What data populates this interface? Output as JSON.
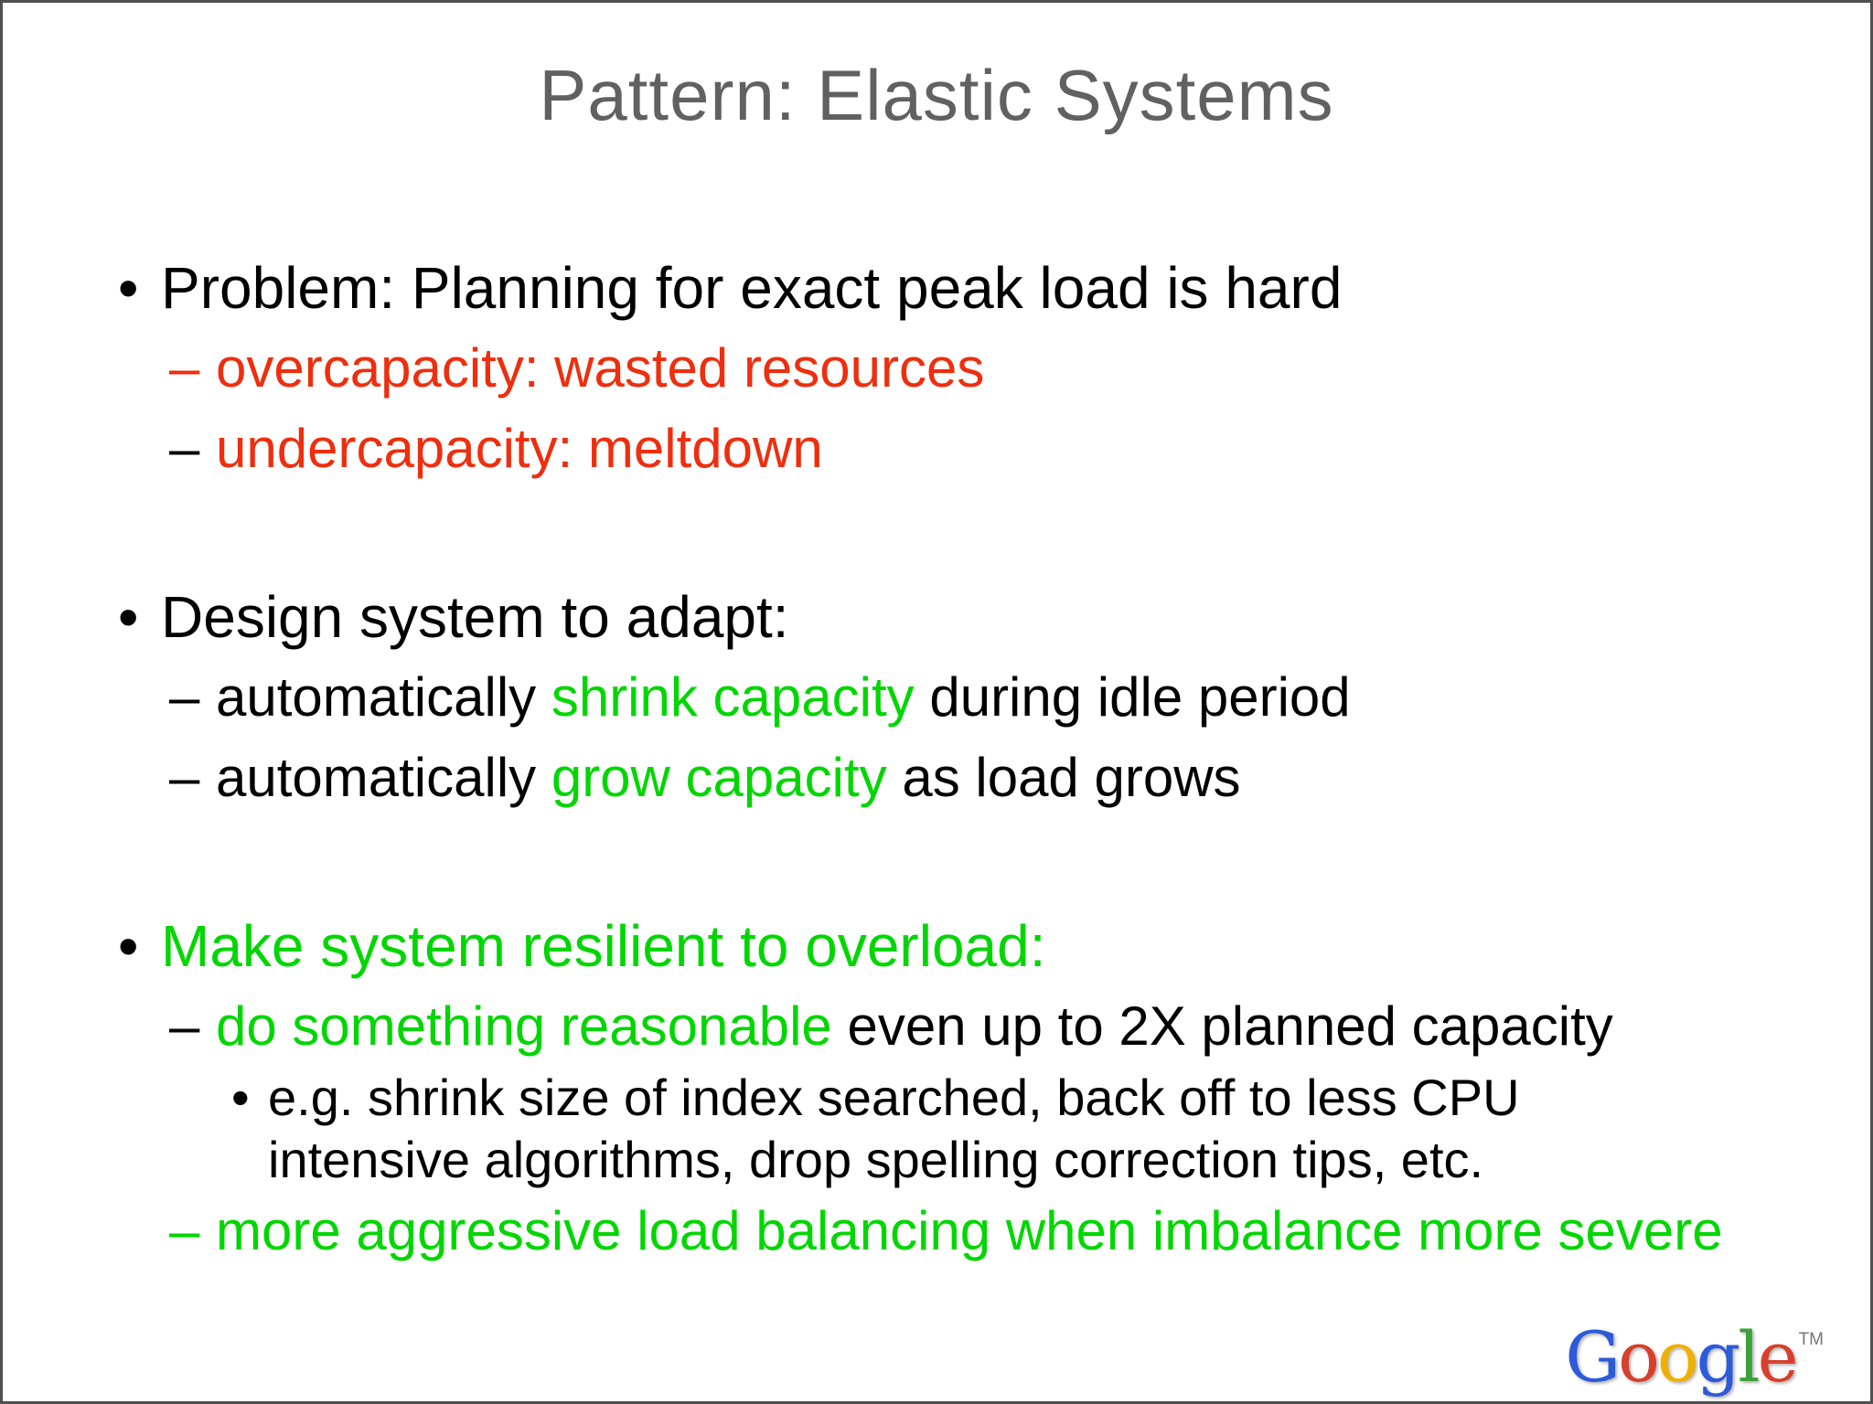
{
  "slide": {
    "title": "Pattern: Elastic Systems"
  },
  "lines": [
    {
      "level": 1,
      "marker": "•",
      "marker_color": "#000000",
      "segments": [
        {
          "text": "Problem: Planning for exact peak load is hard",
          "color": "#000000"
        }
      ]
    },
    {
      "level": 2,
      "marker": "–",
      "marker_color": "#ee2e0e",
      "segments": [
        {
          "text": "overcapacity: wasted resources",
          "color": "#ee2e0e"
        }
      ]
    },
    {
      "level": 2,
      "marker": "–",
      "marker_color": "#000000",
      "segments": [
        {
          "text": "undercapacity: meltdown",
          "color": "#ee2e0e"
        }
      ]
    },
    {
      "level": 1,
      "marker": "•",
      "marker_color": "#000000",
      "segments": [
        {
          "text": "Design system to adapt:",
          "color": "#000000"
        }
      ]
    },
    {
      "level": 2,
      "marker": "–",
      "marker_color": "#000000",
      "segments": [
        {
          "text": "automatically ",
          "color": "#000000"
        },
        {
          "text": "shrink capacity",
          "color": "#00d600"
        },
        {
          "text": " during idle period",
          "color": "#000000"
        }
      ]
    },
    {
      "level": 2,
      "marker": "–",
      "marker_color": "#000000",
      "segments": [
        {
          "text": "automatically ",
          "color": "#000000"
        },
        {
          "text": "grow capacity",
          "color": "#00d600"
        },
        {
          "text": " as load grows",
          "color": "#000000"
        }
      ]
    },
    {
      "level": 1,
      "marker": "•",
      "marker_color": "#000000",
      "segments": [
        {
          "text": "Make system resilient to overload:",
          "color": "#00d600"
        }
      ]
    },
    {
      "level": 2,
      "marker": "–",
      "marker_color": "#000000",
      "segments": [
        {
          "text": "do something reasonable",
          "color": "#00d600"
        },
        {
          "text": " even up to 2X planned capacity",
          "color": "#000000"
        }
      ]
    },
    {
      "level": 3,
      "marker": "•",
      "marker_color": "#000000",
      "color": "#000000",
      "text_lines": [
        "e.g. shrink size of index searched, back off to less CPU",
        "intensive algorithms, drop spelling correction tips, etc."
      ]
    },
    {
      "level": 2,
      "marker": "–",
      "marker_color": "#00d600",
      "segments": [
        {
          "text": "more aggressive load balancing when imbalance more severe",
          "color": "#00d600"
        }
      ]
    }
  ],
  "logo": {
    "letters": [
      {
        "char": "G",
        "color": "#2d5bd8"
      },
      {
        "char": "o",
        "color": "#d6402c"
      },
      {
        "char": "o",
        "color": "#efb000"
      },
      {
        "char": "g",
        "color": "#2d5bd8"
      },
      {
        "char": "l",
        "color": "#3aa23a"
      },
      {
        "char": "e",
        "color": "#d6402c"
      }
    ],
    "tm": "TM"
  },
  "colors": {
    "background": "#ffffff",
    "border_gray": "#4f4f4f",
    "title_gray": "#616161",
    "text_black": "#000000",
    "text_red": "#ee2e0e",
    "text_green": "#00d600",
    "logo_tm_gray": "#777777"
  }
}
